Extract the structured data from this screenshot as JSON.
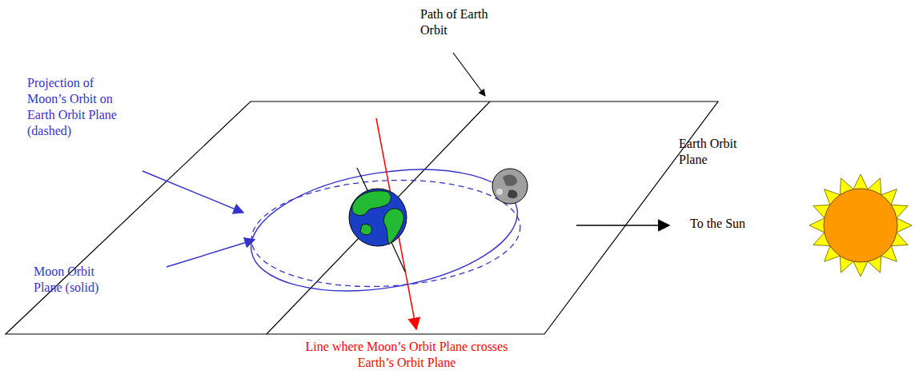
{
  "diagram": {
    "labels": [
      "Path of Earth Orbit",
      "Projection of Moon’s Orbit on Earth Orbit Plane (dashed)",
      "Moon Orbit Plane (solid)",
      "Earth Orbit Plane",
      "To the Sun",
      "Line where Moon’s Orbit Plane crosses Earth’s Orbit Plane"
    ]
  }
}
